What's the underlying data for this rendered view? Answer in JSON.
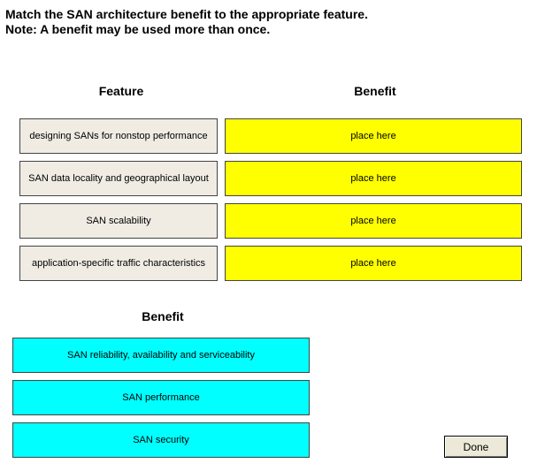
{
  "instructions": {
    "line1": "Match the SAN architecture benefit to the appropriate feature.",
    "line2": "Note: A benefit may be used more than once."
  },
  "headers": {
    "feature": "Feature",
    "benefit": "Benefit",
    "benefit_pool": "Benefit"
  },
  "features": [
    "designing SANs for nonstop performance",
    "SAN data locality and geographical layout",
    "SAN scalability",
    "application-specific traffic characteristics"
  ],
  "drop_slots": [
    "place here",
    "place here",
    "place here",
    "place here"
  ],
  "benefits": [
    "SAN reliability, availability and serviceability",
    "SAN performance",
    "SAN security"
  ],
  "done_label": "Done"
}
